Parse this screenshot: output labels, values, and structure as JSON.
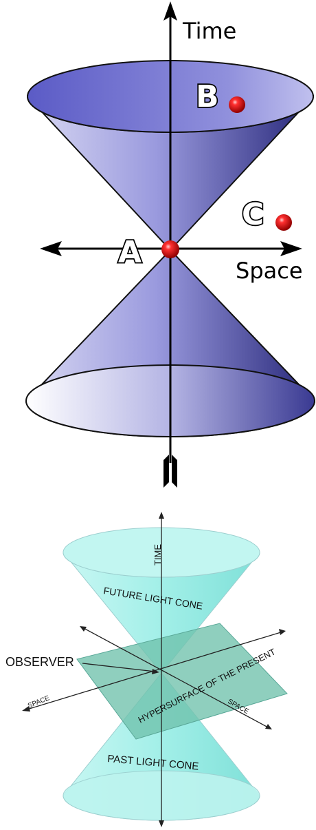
{
  "top_diagram": {
    "time_label": "Time",
    "space_label": "Space",
    "point_a": "A",
    "point_b": "B",
    "point_c": "C",
    "colors": {
      "cone_dark": "#2a2a7a",
      "cone_light": "#a7a7e8",
      "point": "#e01818"
    }
  },
  "bottom_diagram": {
    "time_label": "TIME",
    "future_cone_label": "FUTURE LIGHT CONE",
    "past_cone_label": "PAST LIGHT CONE",
    "observer_label": "OBSERVER",
    "hypersurface_label": "HYPERSURFACE OF THE PRESENT",
    "space_left_label": "SPACE",
    "space_right_label": "SPACE",
    "colors": {
      "cone": "#aef3ee",
      "plane": "#7fcbb8"
    }
  }
}
